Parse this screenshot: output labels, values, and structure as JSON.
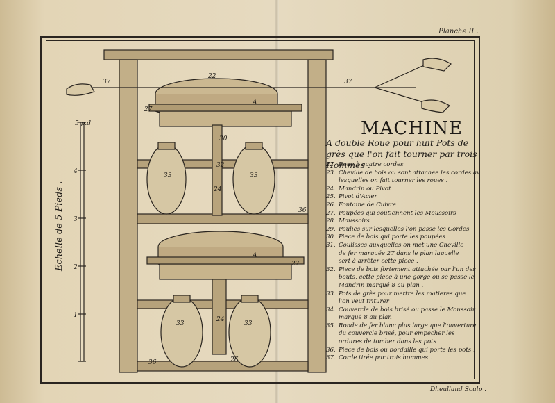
{
  "plate": {
    "planche": "Planche II .",
    "engraver": "Dheulland Sculp ."
  },
  "title": "MACHINE",
  "subtitle": "A double Roue pour huit Pots de grès que l'on fait tourner par trois Hommes .",
  "scale_label": "Echelle de 5 Pieds .",
  "scale_ticks": [
    "5 p.d",
    "4",
    "3",
    "2",
    "1"
  ],
  "legend": [
    {
      "num": "22.",
      "text": "Roue à quatre cordes"
    },
    {
      "num": "23.",
      "text": "Cheville de bois ou sont attachée les cordes avec"
    },
    {
      "num": "",
      "text": "lesquelles on fait tourner les roues ."
    },
    {
      "num": "24.",
      "text": "Mandrin ou Pivot"
    },
    {
      "num": "25.",
      "text": "Pivot d'Acier"
    },
    {
      "num": "26.",
      "text": "Fontaine de Cuivre"
    },
    {
      "num": "27.",
      "text": "Poupées qui soutiennent les Moussoirs"
    },
    {
      "num": "28.",
      "text": "Moussoirs"
    },
    {
      "num": "29.",
      "text": "Poulies sur lesquelles l'on passe les Cordes"
    },
    {
      "num": "30.",
      "text": "Piece de bois qui porte les poupées"
    },
    {
      "num": "31.",
      "text": "Coulisses auxquelles on met une Cheville"
    },
    {
      "num": "",
      "text": "de fer marquée 27 dans le plan laquelle"
    },
    {
      "num": "",
      "text": "sert à arrêter cette piece ."
    },
    {
      "num": "32.",
      "text": "Piece de bois fortement attachée par l'un des"
    },
    {
      "num": "",
      "text": "bouts, cette piece à une gorge ou se passe le"
    },
    {
      "num": "",
      "text": "Mandrin marqué 8 au plan ."
    },
    {
      "num": "33.",
      "text": "Pots de grès pour mettre les matieres que"
    },
    {
      "num": "",
      "text": "l'on veut triturer"
    },
    {
      "num": "34.",
      "text": "Couvercle de bois brisé ou passe le Moussoir"
    },
    {
      "num": "",
      "text": "marqué 8 au plan"
    },
    {
      "num": "35.",
      "text": "Ronde de fer blanc plus large que l'ouverture"
    },
    {
      "num": "",
      "text": "du couvercle brisé, pour empecher les"
    },
    {
      "num": "",
      "text": "ordures de tomber dans les pots"
    },
    {
      "num": "36.",
      "text": "Piece de bois ou bordaille qui porte les pots ."
    },
    {
      "num": "37.",
      "text": "Corde tirée par trois hommes ."
    }
  ],
  "callouts": {
    "n22": "22",
    "n37a": "37",
    "n37b": "37",
    "nA1": "A",
    "nA2": "A",
    "n33a": "33",
    "n33b": "33",
    "n33c": "33",
    "n33d": "33",
    "n32": "32",
    "n24a": "24",
    "n24b": "24",
    "n36a": "36",
    "n36b": "36",
    "n26": "26",
    "n27a": "27",
    "n27b": "27",
    "n30": "30"
  }
}
